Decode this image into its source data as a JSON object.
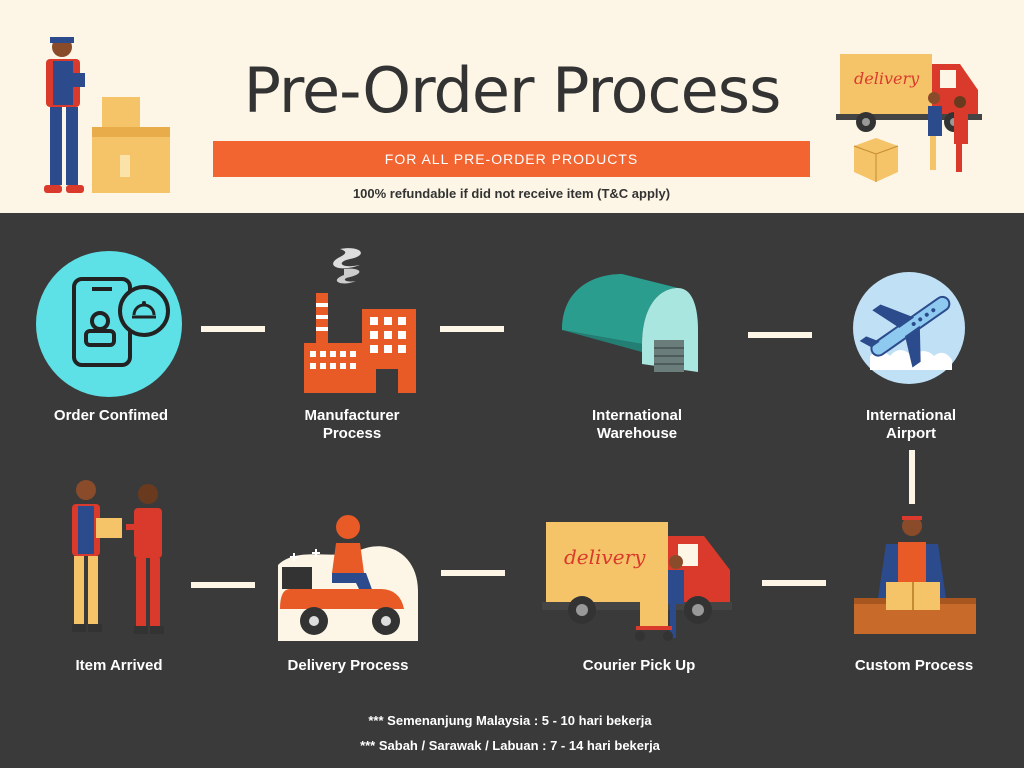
{
  "header": {
    "title": "Pre-Order Process",
    "banner": "FOR ALL PRE-ORDER PRODUCTS",
    "note": "100% refundable if did not receive item (T&C apply)"
  },
  "steps": [
    {
      "label": "Order Confimed",
      "icon": "phone-order-icon"
    },
    {
      "label": "Manufacturer Process",
      "icon": "factory-icon"
    },
    {
      "label": "International Warehouse",
      "icon": "warehouse-icon"
    },
    {
      "label": "International Airport",
      "icon": "airplane-icon"
    },
    {
      "label": "Custom Process",
      "icon": "customs-worker-icon"
    },
    {
      "label": "Courier Pick Up",
      "icon": "delivery-truck-icon"
    },
    {
      "label": "Delivery Process",
      "icon": "scooter-rider-icon"
    },
    {
      "label": "Item Arrived",
      "icon": "handover-icon"
    }
  ],
  "truck_text": "delivery",
  "footer": [
    "*** Semenanjung Malaysia : 5 - 10 hari bekerja",
    "*** Sabah / Sarawak / Labuan : 7 - 14 hari bekerja"
  ],
  "colors": {
    "accent": "#f26430",
    "dark": "#3a3a3a",
    "cream": "#fdf6e6",
    "teal": "#5de0e6"
  }
}
